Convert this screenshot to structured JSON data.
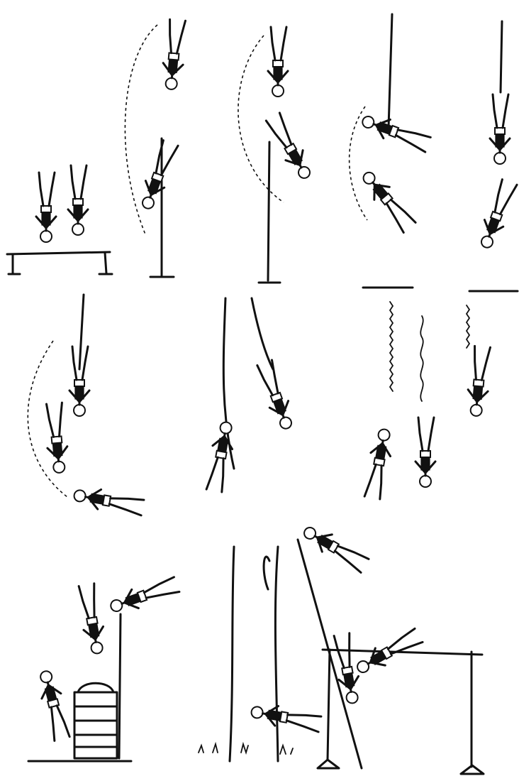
{
  "illustration": {
    "style": "black line drawing on white",
    "ink_color": "#111111",
    "paper_color": "#ffffff"
  },
  "panels": [
    {
      "id": "handstand-bench",
      "figures": 2
    },
    {
      "id": "pole-swing-1",
      "figures": 2
    },
    {
      "id": "pole-swing-2",
      "figures": 2
    },
    {
      "id": "rope-hang-1",
      "figures": 2
    },
    {
      "id": "rope-hang-2",
      "figures": 2
    },
    {
      "id": "rope-swing",
      "figures": 3
    },
    {
      "id": "rope-climb",
      "figures": 2
    },
    {
      "id": "rubber-rope",
      "figures": 3
    },
    {
      "id": "vault-box",
      "figures": 3
    },
    {
      "id": "pole-vault",
      "figures": 4
    }
  ]
}
